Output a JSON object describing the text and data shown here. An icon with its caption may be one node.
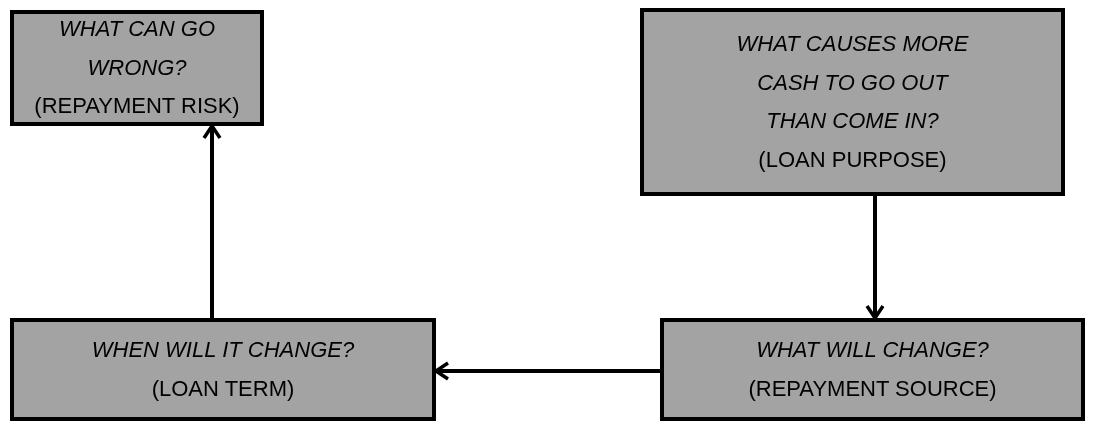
{
  "diagram": {
    "nodes": [
      {
        "text": [
          "WHAT CAN GO WRONG?",
          "(REPAYMENT RISK)"
        ]
      },
      {
        "text": [
          "WHAT CAUSES MORE CASH TO GO OUT THAN COME IN?",
          "(LOAN PURPOSE)"
        ]
      },
      {
        "text": [
          "WHEN WILL IT CHANGE?",
          "(LOAN TERM)"
        ]
      },
      {
        "text": [
          "WHAT WILL CHANGE?",
          "(REPAYMENT SOURCE)"
        ]
      }
    ],
    "edges": [
      {
        "from": 1,
        "to": 3,
        "arrow": "to"
      },
      {
        "from": 3,
        "to": 2,
        "arrow": "to"
      },
      {
        "from": 2,
        "to": 0,
        "arrow": "to"
      }
    ]
  }
}
